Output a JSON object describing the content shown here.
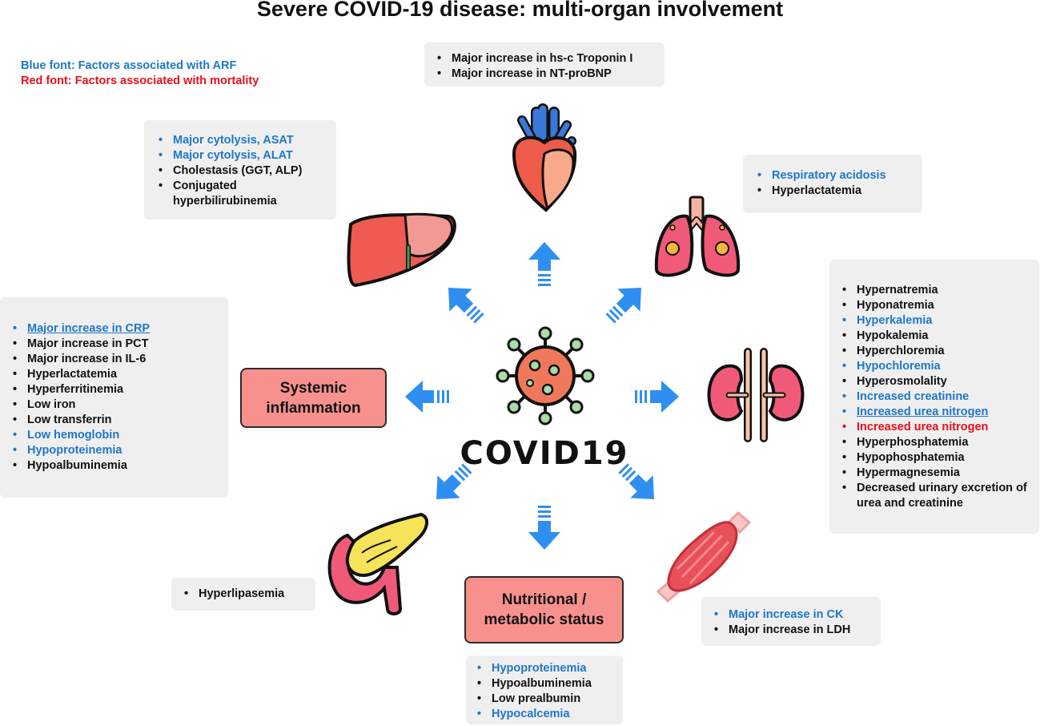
{
  "title": "Severe COVID-19 disease: multi-organ involvement",
  "legend": {
    "blue": "Blue font: Factors associated with ARF",
    "red": "Red font: Factors associated with mortality",
    "blue_color": "#1f77c8",
    "red_color": "#e8101a"
  },
  "center_label": "COVID19",
  "heart_box": [
    "Major increase in hs-c Troponin I",
    "Major increase in NT-proBNP"
  ],
  "liver_box": [
    "Major cytolysis, ASAT",
    "Major cytolysis, ALAT",
    "Cholestasis (GGT, ALP)",
    "Conjugated hyperbilirubinemia"
  ],
  "lung_box": [
    "Respiratory acidosis",
    "Hyperlactatemia"
  ],
  "systemic_box": [
    "Major increase in CRP",
    "Major increase in PCT",
    "Major increase in IL-6",
    "Hyperlactatemia",
    "Hyperferritinemia",
    "Low iron",
    "Low transferrin",
    "Low hemoglobin",
    "Hypoproteinemia",
    "Hypoalbuminemia"
  ],
  "kidney_box": [
    "Hypernatremia",
    "Hyponatremia",
    "Hyperkalemia",
    "Hypokalemia",
    "Hyperchloremia",
    "Hypochloremia",
    "Hyperosmolality",
    "Increased creatinine",
    "Increased urea nitrogen",
    "Increased urea nitrogen",
    "Hyperphosphatemia",
    "Hypophosphatemia",
    "Hypermagnesemia",
    "Decreased urinary excretion of urea and creatinine"
  ],
  "pancreas_box": [
    "Hyperlipasemia"
  ],
  "muscle_box": [
    "Major increase in CK",
    "Major increase in LDH"
  ],
  "nutrition_box": [
    "Hypoproteinemia",
    "Hypoalbuminemia",
    "Low prealbumin",
    "Hypocalcemia"
  ],
  "systemic_label": "Systemic inflammation",
  "nutrition_label": "Nutritional / metabolic status",
  "icons": [
    "virus-icon",
    "heart-icon",
    "liver-icon",
    "lungs-icon",
    "kidneys-icon",
    "pancreas-icon",
    "muscle-icon"
  ],
  "arrow_color": "#2f8ff0",
  "box_color": "#efefef",
  "pink_color": "#f8918e"
}
